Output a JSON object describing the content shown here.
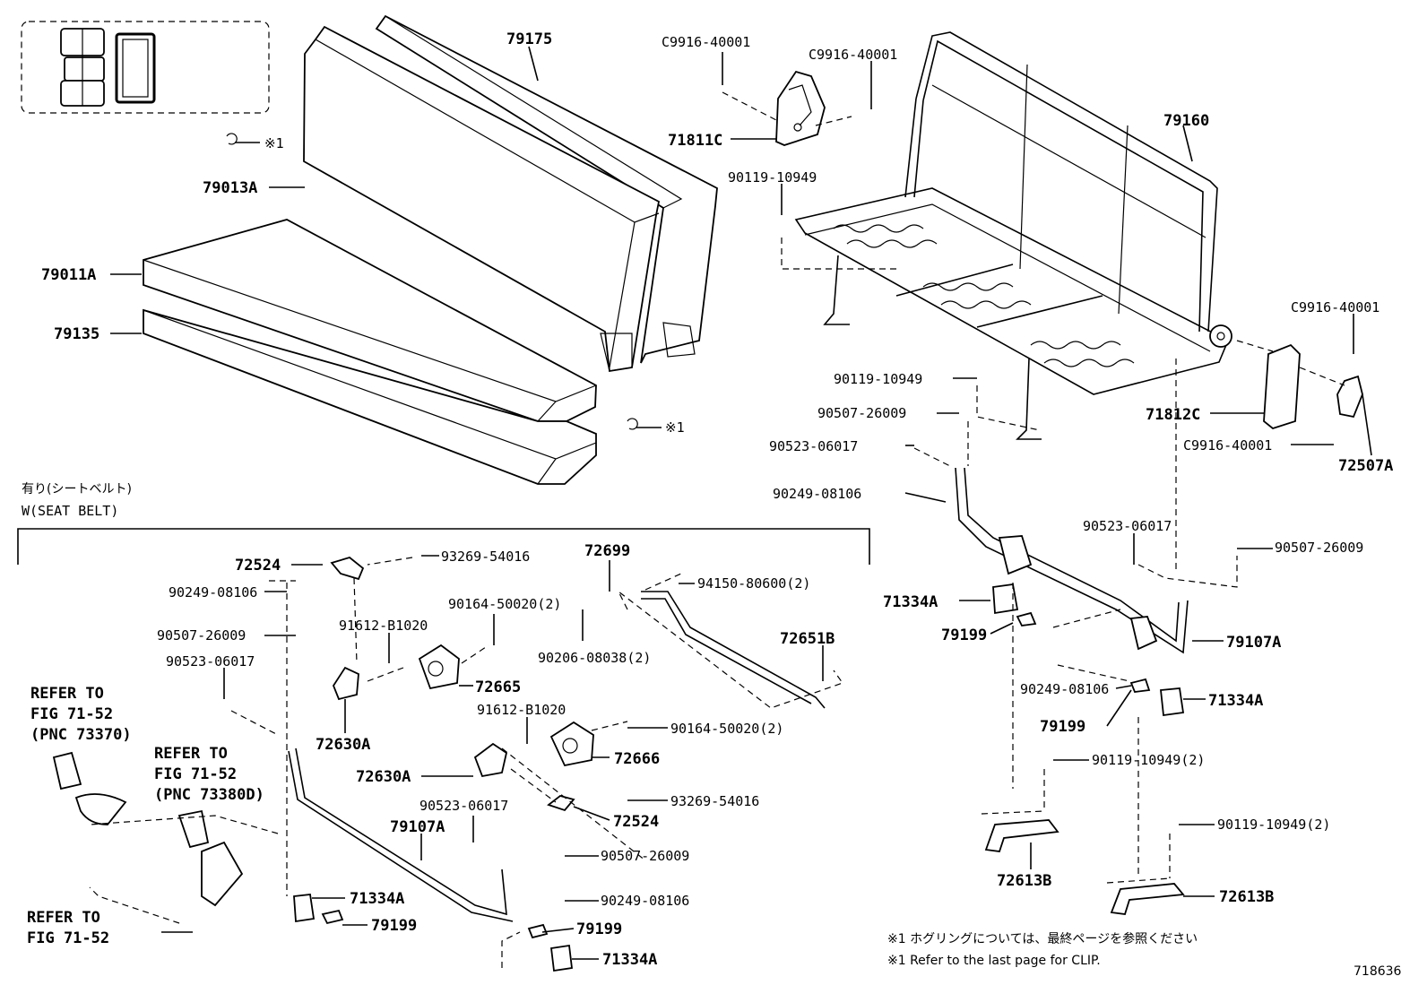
{
  "callouts": {
    "p79175": "79175",
    "p79013A": "79013A",
    "p79011A": "79011A",
    "p79135": "79135",
    "clip_mark_a": "※1",
    "clip_mark_b": "※1",
    "c9916_a": "C9916-40001",
    "c9916_b": "C9916-40001",
    "c9916_c": "C9916-40001",
    "c9916_d": "C9916-40001",
    "p71811C": "71811C",
    "p79160": "79160",
    "b90119_a": "90119-10949",
    "b90119_b": "90119-10949",
    "p71812C": "71812C",
    "p72507A": "72507A",
    "s90507_a": "90507-26009",
    "s90507_b": "90507-26009",
    "s90507_c": "90507-26009",
    "s90507_d": "90507-26009",
    "w90523_a": "90523-06017",
    "w90523_b": "90523-06017",
    "w90523_c": "90523-06017",
    "w90523_d": "90523-06017",
    "pin90249_a": "90249-08106",
    "pin90249_b": "90249-08106",
    "pin90249_c": "90249-08106",
    "pin90249_d": "90249-08106",
    "p71334A_a": "71334A",
    "p71334A_b": "71334A",
    "p71334A_c": "71334A",
    "p71334A_d": "71334A",
    "p79199_a": "79199",
    "p79199_b": "79199",
    "p79199_c": "79199",
    "p79199_d": "79199",
    "p79107A_a": "79107A",
    "p79107A_b": "79107A",
    "b90119_2a": "90119-10949(2)",
    "b90119_2b": "90119-10949(2)",
    "p72613B_a": "72613B",
    "p72613B_b": "72613B",
    "p72524_a": "72524",
    "p72524_b": "72524",
    "s93269_a": "93269-54016",
    "s93269_b": "93269-54016",
    "p72699": "72699",
    "n94150": "94150-80600(2)",
    "b90164_a": "90164-50020(2)",
    "b90164_b": "90164-50020(2)",
    "n91612_a": "91612-B1020",
    "n91612_b": "91612-B1020",
    "w90206": "90206-08038(2)",
    "p72651B": "72651B",
    "p72665": "72665",
    "p72666": "72666",
    "p72630A_a": "72630A",
    "p72630A_b": "72630A"
  },
  "seatbelt_section": {
    "label_jp": "有り(シートベルト)",
    "label_en": "W(SEAT BELT)"
  },
  "references": {
    "r1_l1": "REFER TO",
    "r1_l2": "FIG 71-52",
    "r1_l3": "(PNC 73370)",
    "r2_l1": "REFER TO",
    "r2_l2": "FIG 71-52",
    "r2_l3": "(PNC 73380D)",
    "r3_l1": "REFER TO",
    "r3_l2": "FIG 71-52"
  },
  "footnotes": {
    "jp": "※1 ホグリングについては、最終ページを参照ください",
    "en": "※1 Refer to the last page for CLIP."
  },
  "figure_number": "718636"
}
